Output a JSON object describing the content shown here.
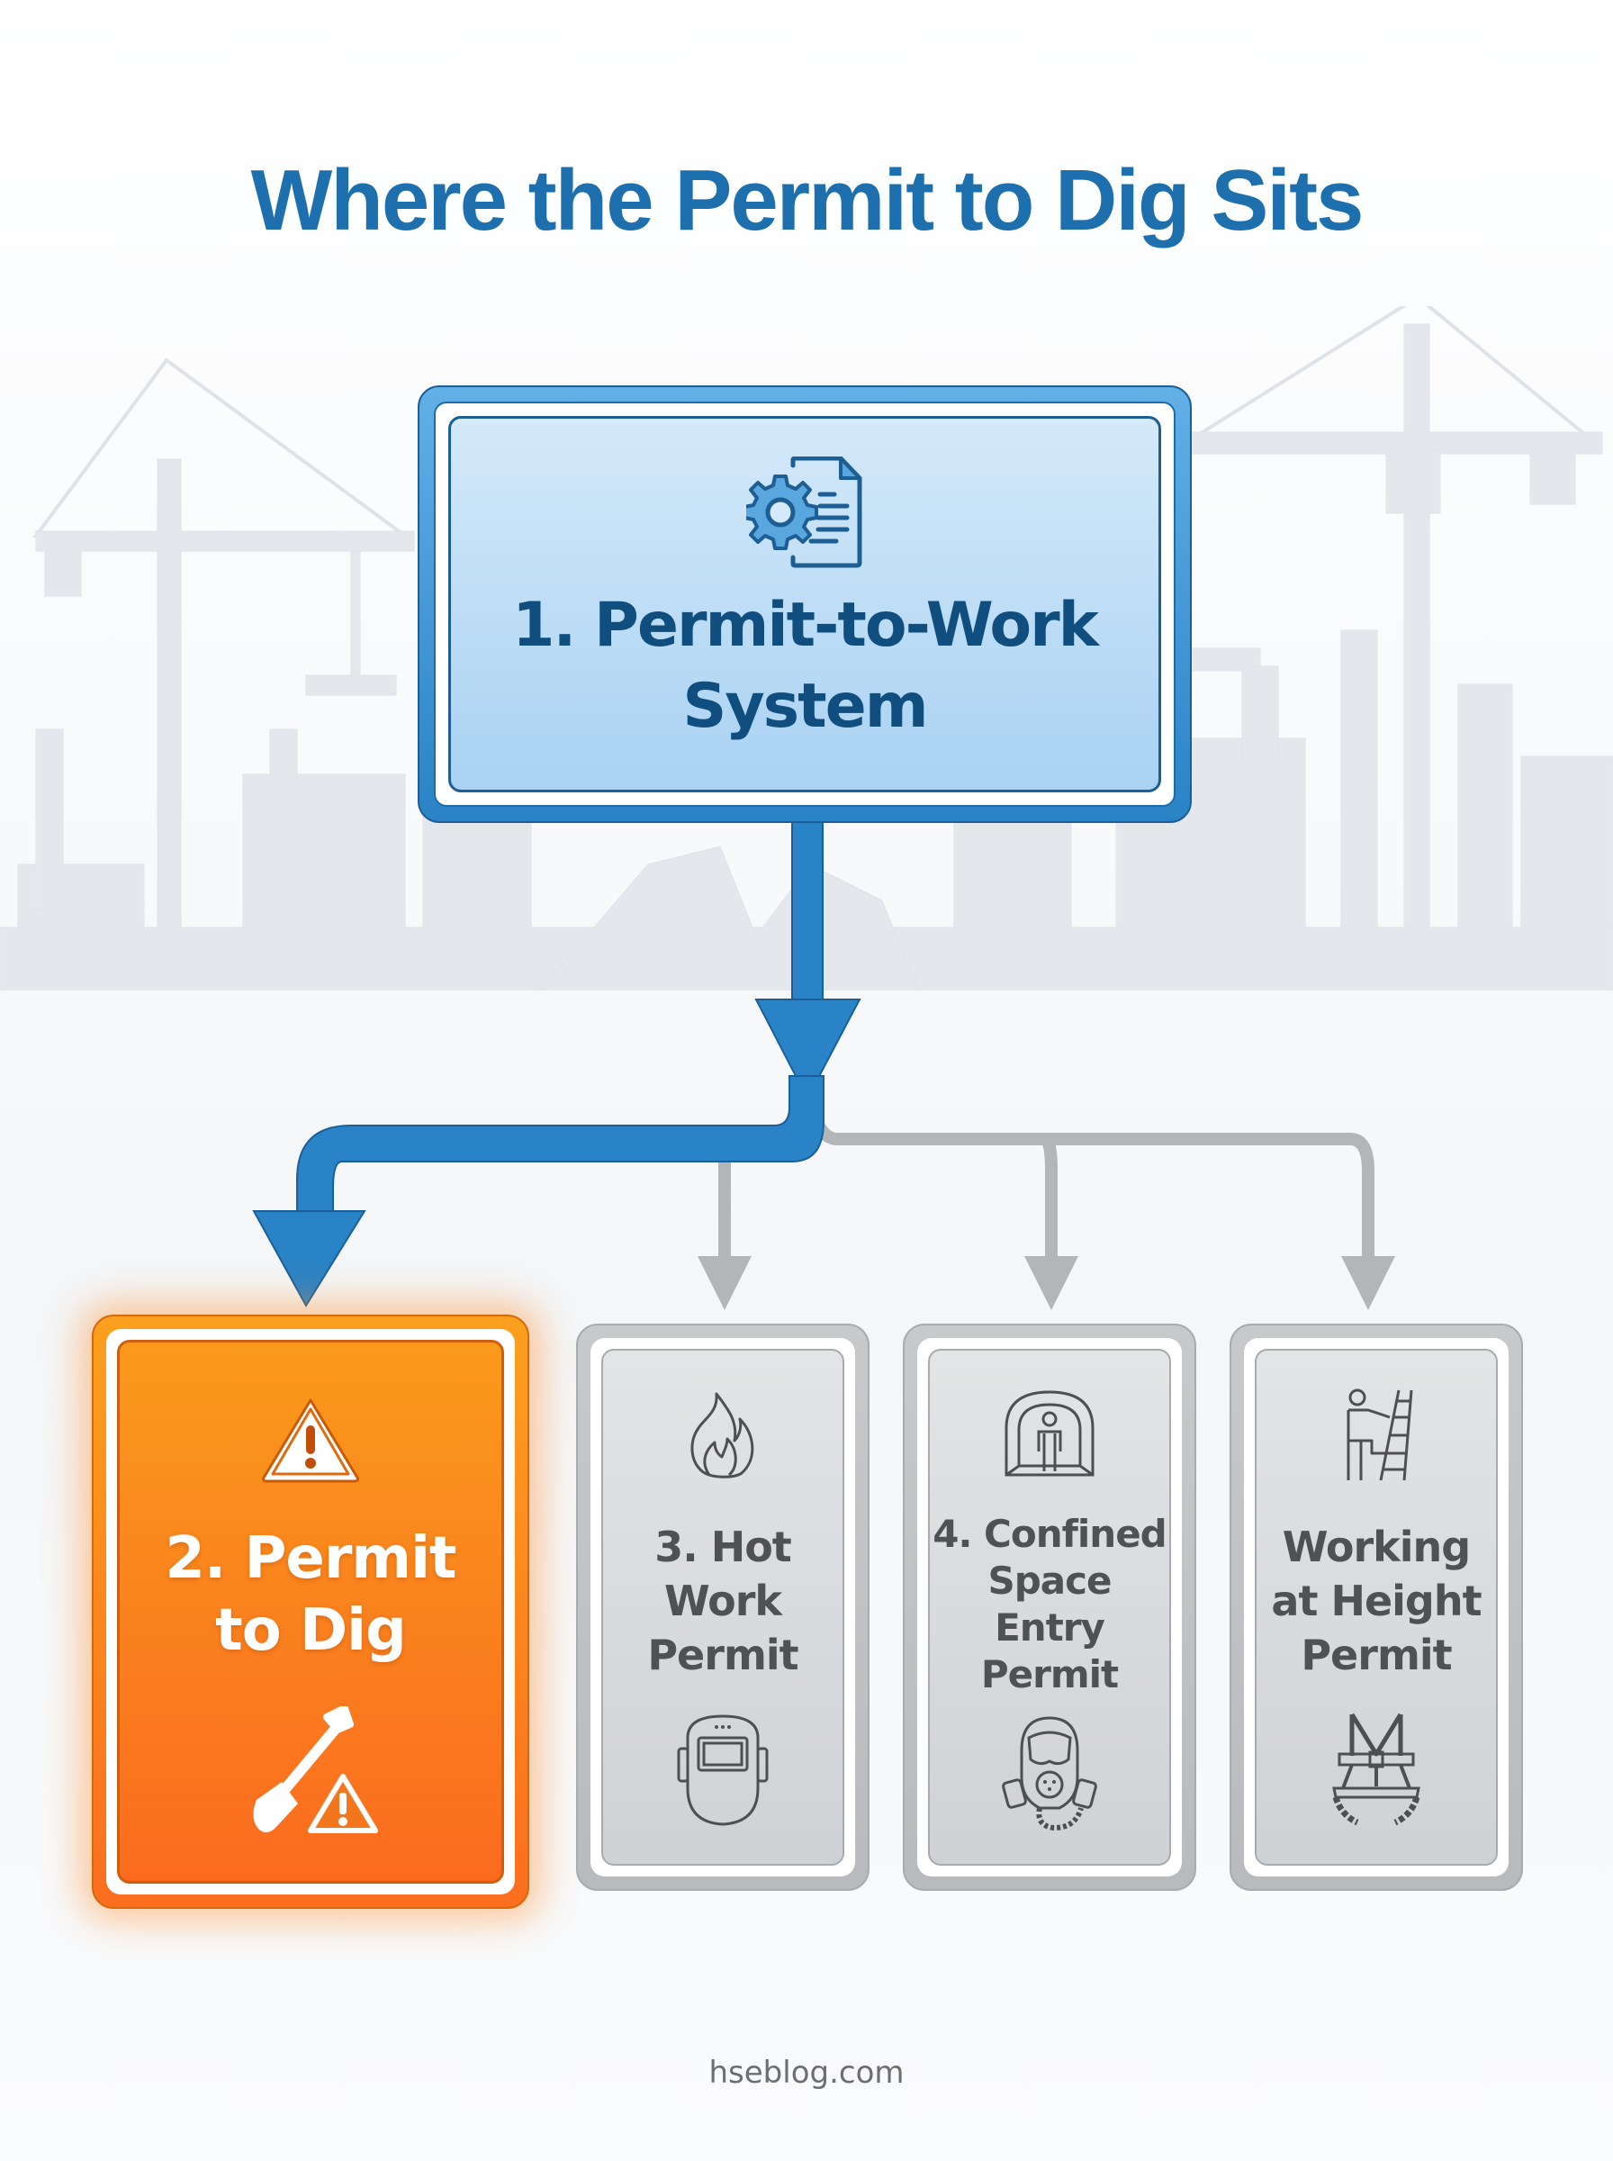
{
  "title": "Where the Permit to Dig Sits",
  "parent": {
    "label_line1": "1. Permit-to-Work",
    "label_line2": "System",
    "icon": "gear-document-icon",
    "colors": {
      "frame": "#2a83c6",
      "fill": "#bfe0f7",
      "text": "#0f4e7e"
    }
  },
  "children": [
    {
      "label_lines": [
        "2. Permit",
        "to Dig"
      ],
      "top_icon": "warning-icon",
      "bottom_icon": "shovel-warning-icon",
      "highlighted": true,
      "color": "#fb8a1e"
    },
    {
      "label_lines": [
        "3. Hot",
        "Work",
        "Permit"
      ],
      "top_icon": "flame-icon",
      "bottom_icon": "welding-helmet-icon",
      "highlighted": false,
      "color": "#d4d6d8"
    },
    {
      "label_lines": [
        "4. Confined",
        "Space",
        "Entry",
        "Permit"
      ],
      "top_icon": "tunnel-person-icon",
      "bottom_icon": "respirator-mask-icon",
      "highlighted": false,
      "color": "#d4d6d8"
    },
    {
      "label_lines": [
        "Working",
        "at Height",
        "Permit"
      ],
      "top_icon": "ladder-climber-icon",
      "bottom_icon": "safety-harness-icon",
      "highlighted": false,
      "color": "#d4d6d8"
    }
  ],
  "connectors": {
    "highlight_color": "#2a83c6",
    "muted_color": "#b3b5b8"
  },
  "footer": "hseblog.com"
}
